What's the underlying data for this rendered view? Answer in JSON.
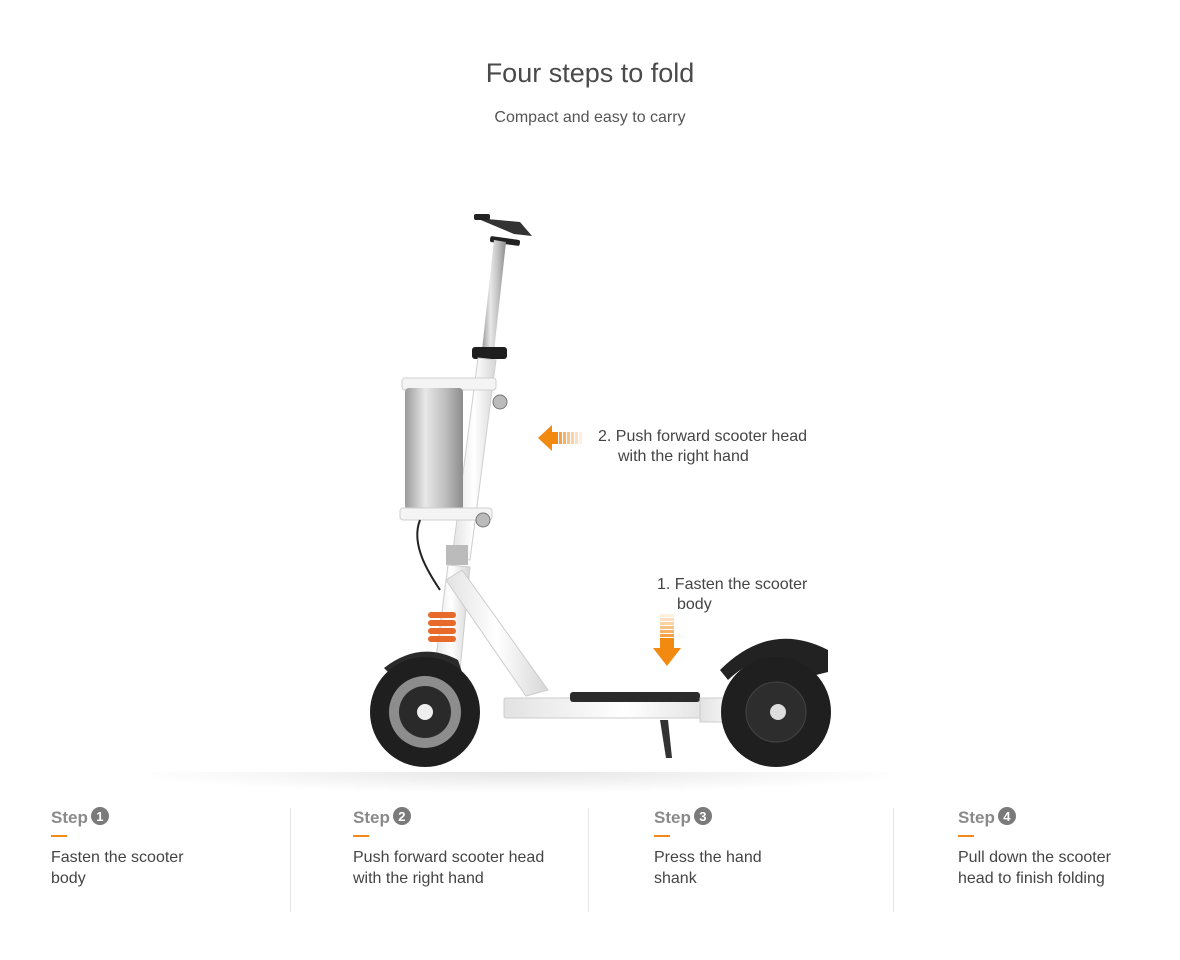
{
  "header": {
    "title": "Four steps to fold",
    "subtitle": "Compact and easy to carry"
  },
  "colors": {
    "accent": "#f08a1c",
    "text": "#444444",
    "step_label": "#8a8a8a"
  },
  "hero": {
    "image_alt": "white folding electric scooter side view",
    "annotation_2": {
      "line1": "2. Push forward scooter head",
      "line2": "with the right hand",
      "icon": "arrow-left-icon"
    },
    "annotation_1": {
      "line1": "1. Fasten the scooter",
      "line2": "body",
      "icon": "arrow-down-icon"
    }
  },
  "steps": [
    {
      "label": "Step",
      "number": "1",
      "line1": "Fasten the scooter",
      "line2": "body"
    },
    {
      "label": "Step",
      "number": "2",
      "line1": "Push forward scooter head",
      "line2": "with the right hand"
    },
    {
      "label": "Step",
      "number": "3",
      "line1": "Press the hand",
      "line2": "shank"
    },
    {
      "label": "Step",
      "number": "4",
      "line1": "Pull down the scooter",
      "line2": "head to finish folding"
    }
  ]
}
